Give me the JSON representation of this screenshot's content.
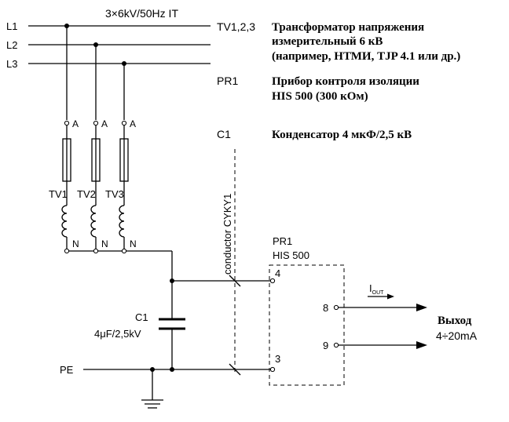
{
  "diagram": {
    "supply": "3×6kV/50Hz IT",
    "lines": [
      "L1",
      "L2",
      "L3"
    ],
    "terminal_a": "A",
    "terminal_n": "N",
    "transformers": [
      "TV1",
      "TV2",
      "TV3"
    ],
    "conductor": "conductor CYKY1",
    "device_name": "PR1",
    "device_model": "HIS 500",
    "pins": {
      "in_top": "4",
      "in_bottom": "3",
      "out_top": "8",
      "out_bottom": "9"
    },
    "current": "I",
    "current_sub": "OUT",
    "capacitor_name": "C1",
    "capacitor_value": "4μF/2,5kV",
    "pe": "PE",
    "output_label": "Выход",
    "output_range": "4÷20mA"
  },
  "legend": [
    {
      "code": "TV1,2,3",
      "lines": [
        "Трансформатор напряжения",
        "измерительный 6 кВ",
        "(например, НТМИ, TJP 4.1 или др.)"
      ]
    },
    {
      "code": "PR1",
      "lines": [
        "Прибор контроля изоляции",
        "HIS 500 (300 кОм)"
      ]
    },
    {
      "code": "C1",
      "lines": [
        "Конденсатор 4 мкФ/2,5 кВ"
      ]
    }
  ]
}
